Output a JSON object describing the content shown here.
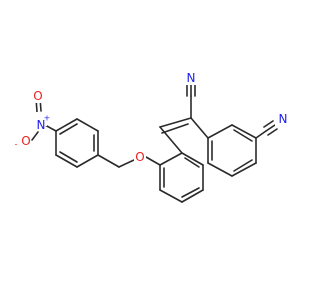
{
  "molecule": {
    "atoms": {
      "nitro_n": {
        "text": "N",
        "charge": "+",
        "color": "#2020ee"
      },
      "nitro_o_single": {
        "text": "O",
        "charge": "-",
        "color": "#ee2020"
      },
      "nitro_o_double": {
        "text": "O",
        "color": "#ee2020"
      },
      "ether_o": {
        "text": "O",
        "color": "#ee2020"
      },
      "nitrile_n_top": {
        "text": "N",
        "color": "#2020ee"
      },
      "nitrile_n_right": {
        "text": "N",
        "color": "#2020ee"
      }
    },
    "bond_color": "#2a2a2a"
  }
}
